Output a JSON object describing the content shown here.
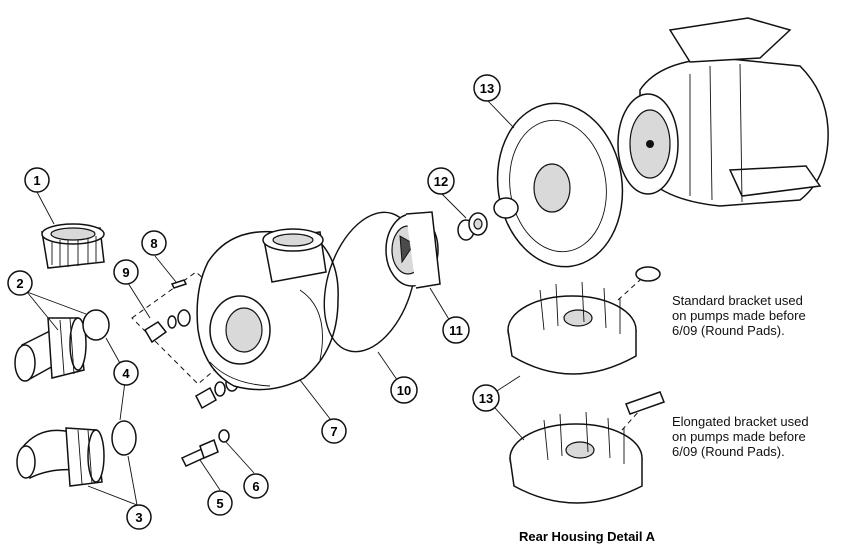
{
  "callouts": [
    {
      "id": "c1",
      "label": "1"
    },
    {
      "id": "c2",
      "label": "2"
    },
    {
      "id": "c3",
      "label": "3"
    },
    {
      "id": "c4",
      "label": "4"
    },
    {
      "id": "c5",
      "label": "5"
    },
    {
      "id": "c6",
      "label": "6"
    },
    {
      "id": "c7",
      "label": "7"
    },
    {
      "id": "c8",
      "label": "8"
    },
    {
      "id": "c9",
      "label": "9"
    },
    {
      "id": "c10",
      "label": "10"
    },
    {
      "id": "c11",
      "label": "11"
    },
    {
      "id": "c12",
      "label": "12"
    },
    {
      "id": "c13a",
      "label": "13"
    },
    {
      "id": "c13b",
      "label": "13"
    }
  ],
  "notes": {
    "standard_bracket": "Standard bracket used\non pumps made before\n6/09 (Round Pads).",
    "elongated_bracket": "Elongated bracket used\non pumps made before\n6/09 (Round Pads)."
  },
  "caption": "Rear Housing Detail A"
}
